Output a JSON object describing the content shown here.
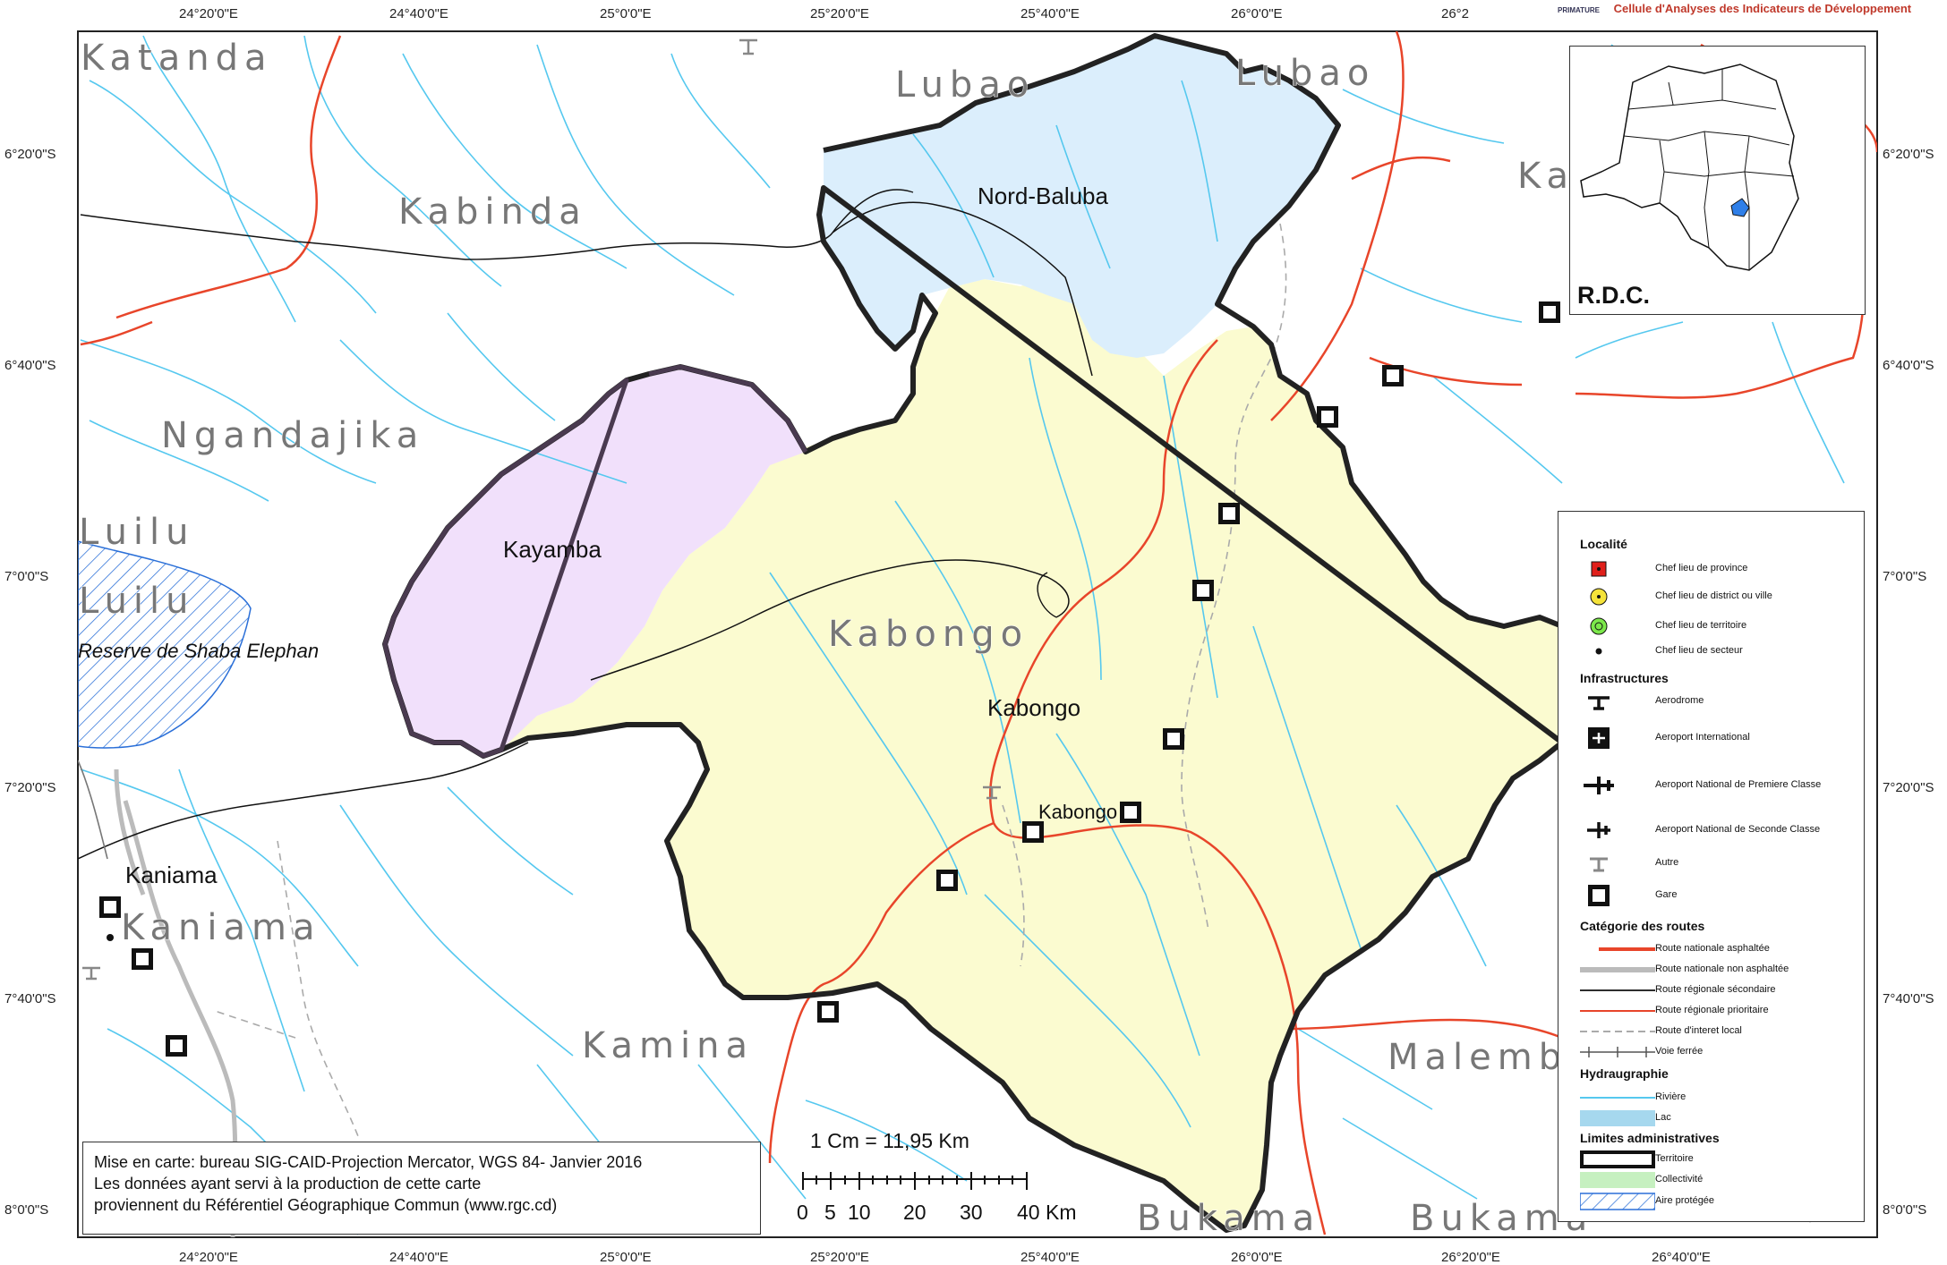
{
  "header": {
    "org": "Cellule d'Analyses des Indicateurs de Développement",
    "org_small": "PRIMATURE"
  },
  "graticule": {
    "top_lon": [
      "24°20'0\"E",
      "24°40'0\"E",
      "25°0'0\"E",
      "25°20'0\"E",
      "25°40'0\"E",
      "26°0'0\"E",
      "26°2"
    ],
    "bottom_lon": [
      "24°20'0\"E",
      "24°40'0\"E",
      "25°0'0\"E",
      "25°20'0\"E",
      "25°40'0\"E",
      "26°0'0\"E",
      "26°20'0\"E",
      "26°40'0\"E"
    ],
    "left_lat": [
      "6°20'0\"S",
      "6°40'0\"S",
      "7°0'0\"S",
      "7°20'0\"S",
      "7°40'0\"S",
      "8°0'0\"S"
    ],
    "right_lat": [
      "6°20'0\"S",
      "6°40'0\"S",
      "7°0'0\"S",
      "7°20'0\"S",
      "7°40'0\"S",
      "8°0'0\"S"
    ]
  },
  "regions": {
    "katanda": "Katanda",
    "lubao_1": "Lubao",
    "lubao_2": "Lubao",
    "kabinda": "Kabinda",
    "ngandajika": "Ngandajika",
    "luilu_1": "Luilu",
    "luilu_2": "Luilu",
    "kabongo_region": "Kabongo",
    "kaniama_region": "Kaniama",
    "kamina": "Kamina",
    "malemba": "Malemb",
    "bukama_1": "Bukama",
    "bukama_2": "Bukama",
    "ka_partial": "Ka"
  },
  "places": {
    "nord_baluba": "Nord-Baluba",
    "kayamba": "Kayamba",
    "kabongo_sector": "Kabongo",
    "kabongo_town": "Kabongo",
    "kaniama_town": "Kaniama",
    "reserve": "Reserve de Shaba Elephan"
  },
  "inset": {
    "title": "R.D.C."
  },
  "legend": {
    "localite": "Localité",
    "chef_province": "Chef lieu de province",
    "chef_district": "Chef lieu de district ou ville",
    "chef_territoire": "Chef lieu de territoire",
    "chef_secteur": "Chef lieu de secteur",
    "infrastructures": "Infrastructures",
    "aerodrome": "Aerodrome",
    "aeroport_intl": "Aeroport International",
    "aeroport_1": "Aeroport National de Premiere Classe",
    "aeroport_2": "Aeroport National de Seconde Classe",
    "autre": "Autre",
    "gare": "Gare",
    "routes": "Catégorie des routes",
    "rn_asph": "Route nationale asphaltée",
    "rn_non": "Route nationale non asphaltée",
    "rr_sec": "Route régionale sécondaire",
    "rr_prio": "Route régionale prioritaire",
    "r_local": "Route d'interet local",
    "voie": "Voie ferrée",
    "hydro": "Hydraugraphie",
    "riviere": "Rivière",
    "lac": "Lac",
    "limites": "Limites administratives",
    "territoire": "Territoire",
    "collectivite": "Collectivité",
    "aire": "Aire protégée"
  },
  "scale": {
    "label": "1 Cm = 11,95 Km",
    "ticks": [
      "0",
      "5",
      "10",
      "20",
      "30",
      "40 Km"
    ]
  },
  "credit": {
    "line1": "Mise en carte: bureau SIG-CAID-Projection Mercator, WGS 84- Janvier 2016",
    "line2": "Les données ayant servi à la production de cette carte",
    "line3": "proviennent du Référentiel Géographique Commun (www.rgc.cd)"
  },
  "colors": {
    "kabongo_fill": "#fbfbd0",
    "nord_baluba_fill": "#dbeefc",
    "kayamba_fill": "#f1e0fb",
    "river": "#55c8ef",
    "road_paved": "#e8452a",
    "road_secondary": "#111111",
    "road_local": "#aaaaaa",
    "inset_highlight": "#2f7fe8",
    "reserve_hatch": "#2a6fd8"
  }
}
